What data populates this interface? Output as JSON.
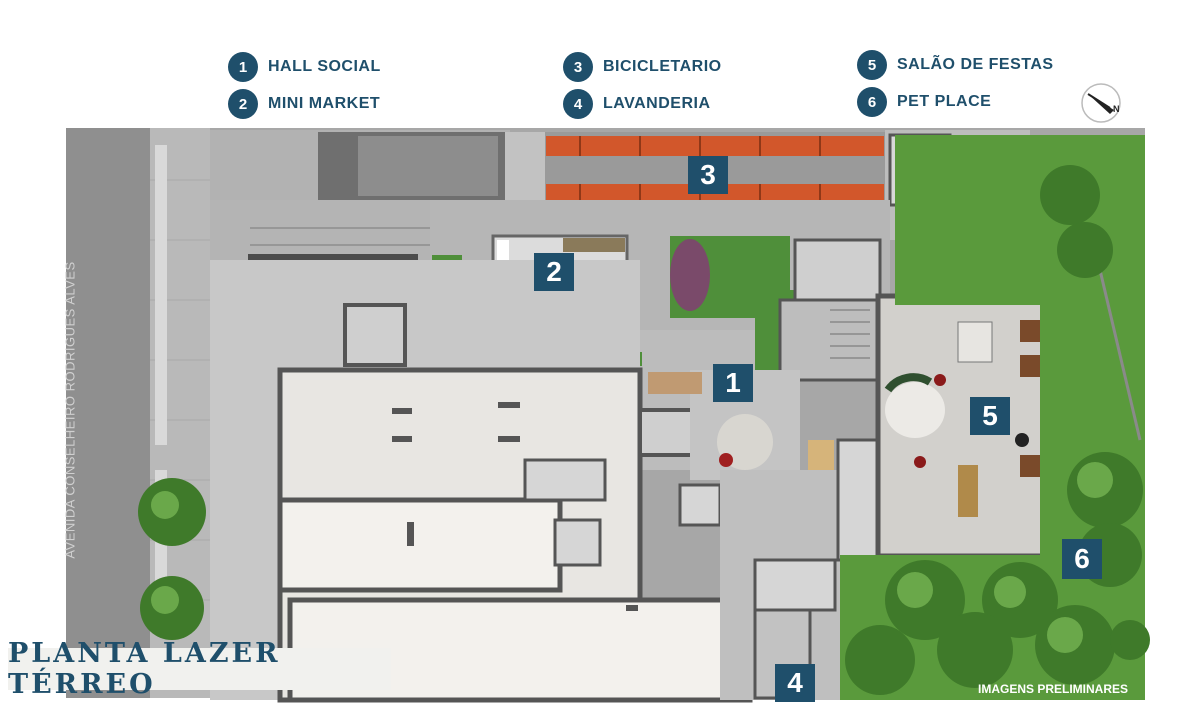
{
  "legend": [
    {
      "num": "1",
      "label": "HALL SOCIAL"
    },
    {
      "num": "2",
      "label": "MINI MARKET"
    },
    {
      "num": "3",
      "label": "BICICLETARIO"
    },
    {
      "num": "4",
      "label": "LAVANDERIA"
    },
    {
      "num": "5",
      "label": "SALÃO DE FESTAS"
    },
    {
      "num": "6",
      "label": "PET PLACE"
    }
  ],
  "compass": {
    "letter": "N",
    "icon": "north-arrow-icon"
  },
  "markers": [
    "1",
    "2",
    "3",
    "4",
    "5",
    "6"
  ],
  "street_name": "AVENIDA CONSELHEIRO RODRIGUES ALVES",
  "plan_title": "PLANTA LAZER TÉRREO",
  "disclaimer": "IMAGENS PRELIMINARES",
  "colors": {
    "brand": "#1f4f6b",
    "garden": "#4f8f3a",
    "floor": "#a8a8a8",
    "bike_rack": "#d2572b"
  }
}
